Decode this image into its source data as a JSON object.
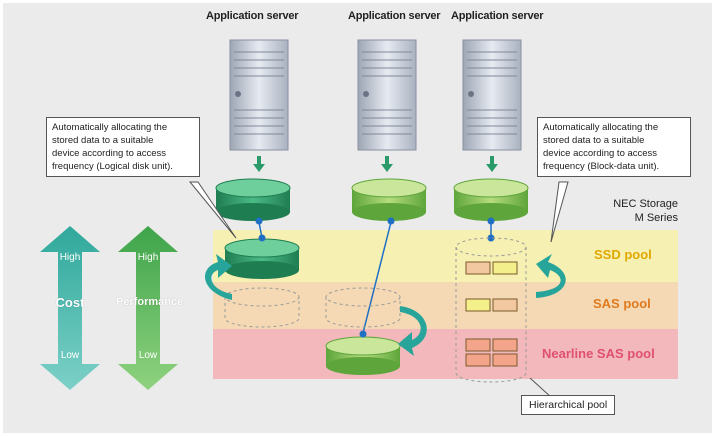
{
  "servers": [
    "Application server",
    "Application server",
    "Application server"
  ],
  "callout_left": {
    "lines": [
      "Automatically allocating the",
      "stored data to a suitable",
      "device according to access",
      "frequency (Logical disk unit)."
    ]
  },
  "callout_right": {
    "lines": [
      "Automatically allocating the",
      "stored data to a suitable",
      "device according to access",
      "frequency (Block-data unit)."
    ]
  },
  "series": {
    "line1": "NEC Storage",
    "line2": "M Series"
  },
  "pools": {
    "ssd": {
      "label": "SSD pool",
      "color": "#e0a800",
      "band": "#f6f0b2"
    },
    "sas": {
      "label": "SAS pool",
      "color": "#e07a1f",
      "band": "#f4d9b4"
    },
    "nearline": {
      "label": "Nearline SAS pool",
      "color": "#e05070",
      "band": "#f2b8bb"
    }
  },
  "arrows": {
    "cost": {
      "label": "Cost",
      "high": "High",
      "low": "Low",
      "color": "#3fb0a8"
    },
    "performance": {
      "label": "Performance",
      "high": "High",
      "low": "Low",
      "color": "#5fb860"
    }
  },
  "hierarchical_pool": "Hierarchical pool",
  "colors": {
    "background": "#ebebeb",
    "disk": "#2a9a6a",
    "link": "#1f6fc4"
  }
}
